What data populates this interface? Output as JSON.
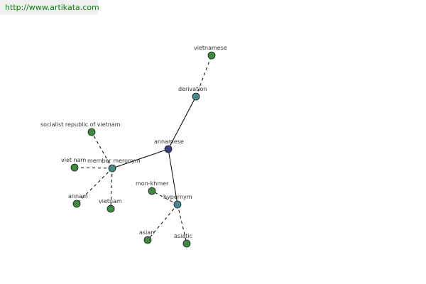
{
  "banner": {
    "url_text": "http://www.artikata.com"
  },
  "colors": {
    "root_node": "#3b3f80",
    "relation_node": "#4a8a8c",
    "leaf_node": "#3e8a3e",
    "edge": "#000000",
    "url_text": "#0e7a0e"
  },
  "graph": {
    "nodes": [
      {
        "id": "annamese",
        "label": "annamese",
        "kind": "root"
      },
      {
        "id": "derivation",
        "label": "derivation",
        "kind": "relation"
      },
      {
        "id": "vietnamese",
        "label": "vietnamese",
        "kind": "leaf"
      },
      {
        "id": "member-meronym",
        "label": "member meronym",
        "kind": "relation"
      },
      {
        "id": "socialist-republic-of-vietnam",
        "label": "socialist republic of vietnam",
        "kind": "leaf"
      },
      {
        "id": "viet-nam",
        "label": "viet nam",
        "kind": "leaf"
      },
      {
        "id": "annam",
        "label": "annam",
        "kind": "leaf"
      },
      {
        "id": "vietnam",
        "label": "vietnam",
        "kind": "leaf"
      },
      {
        "id": "hypernym",
        "label": "hypernym",
        "kind": "relation"
      },
      {
        "id": "mon-khmer",
        "label": "mon-khmer",
        "kind": "leaf"
      },
      {
        "id": "asian",
        "label": "asian",
        "kind": "leaf"
      },
      {
        "id": "asiatic",
        "label": "asiatic",
        "kind": "leaf"
      }
    ],
    "edges": [
      {
        "from": "annamese",
        "to": "derivation",
        "style": "solid"
      },
      {
        "from": "annamese",
        "to": "member-meronym",
        "style": "solid"
      },
      {
        "from": "annamese",
        "to": "hypernym",
        "style": "solid"
      },
      {
        "from": "derivation",
        "to": "vietnamese",
        "style": "dashed"
      },
      {
        "from": "member-meronym",
        "to": "socialist-republic-of-vietnam",
        "style": "dashed"
      },
      {
        "from": "member-meronym",
        "to": "viet-nam",
        "style": "dashed"
      },
      {
        "from": "member-meronym",
        "to": "annam",
        "style": "dashed"
      },
      {
        "from": "member-meronym",
        "to": "vietnam",
        "style": "dashed"
      },
      {
        "from": "hypernym",
        "to": "mon-khmer",
        "style": "dashed"
      },
      {
        "from": "hypernym",
        "to": "asian",
        "style": "dashed"
      },
      {
        "from": "hypernym",
        "to": "asiatic",
        "style": "dashed"
      }
    ]
  }
}
